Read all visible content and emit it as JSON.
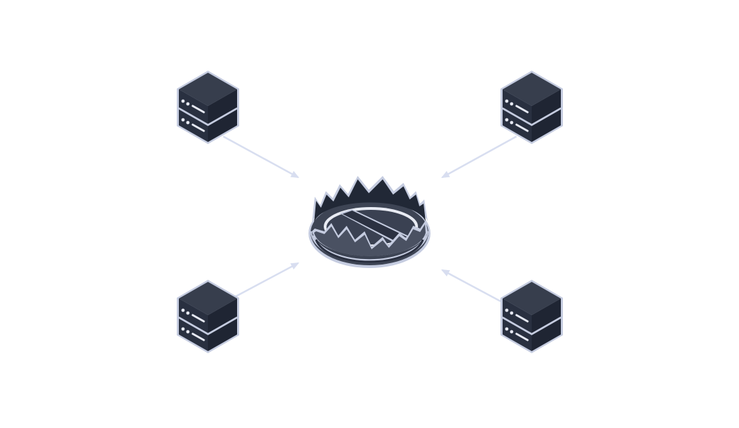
{
  "diagram": {
    "nodes": [
      {
        "id": "server-top-left",
        "kind": "server",
        "icon": "server-icon"
      },
      {
        "id": "server-top-right",
        "kind": "server",
        "icon": "server-icon"
      },
      {
        "id": "server-bottom-left",
        "kind": "server",
        "icon": "server-icon"
      },
      {
        "id": "server-bottom-right",
        "kind": "server",
        "icon": "server-icon"
      },
      {
        "id": "honeypot-trap",
        "kind": "trap",
        "icon": "bear-trap-icon"
      }
    ],
    "edges": [
      {
        "from": "server-top-left",
        "to": "honeypot-trap"
      },
      {
        "from": "server-top-right",
        "to": "honeypot-trap"
      },
      {
        "from": "server-bottom-left",
        "to": "honeypot-trap"
      },
      {
        "from": "server-bottom-right",
        "to": "honeypot-trap"
      }
    ],
    "colors": {
      "dark_face": "#212836",
      "top_face": "#373e4d",
      "outline": "#c5cce0",
      "arrow": "#d8def0",
      "trap_light": "#4a5162"
    }
  }
}
